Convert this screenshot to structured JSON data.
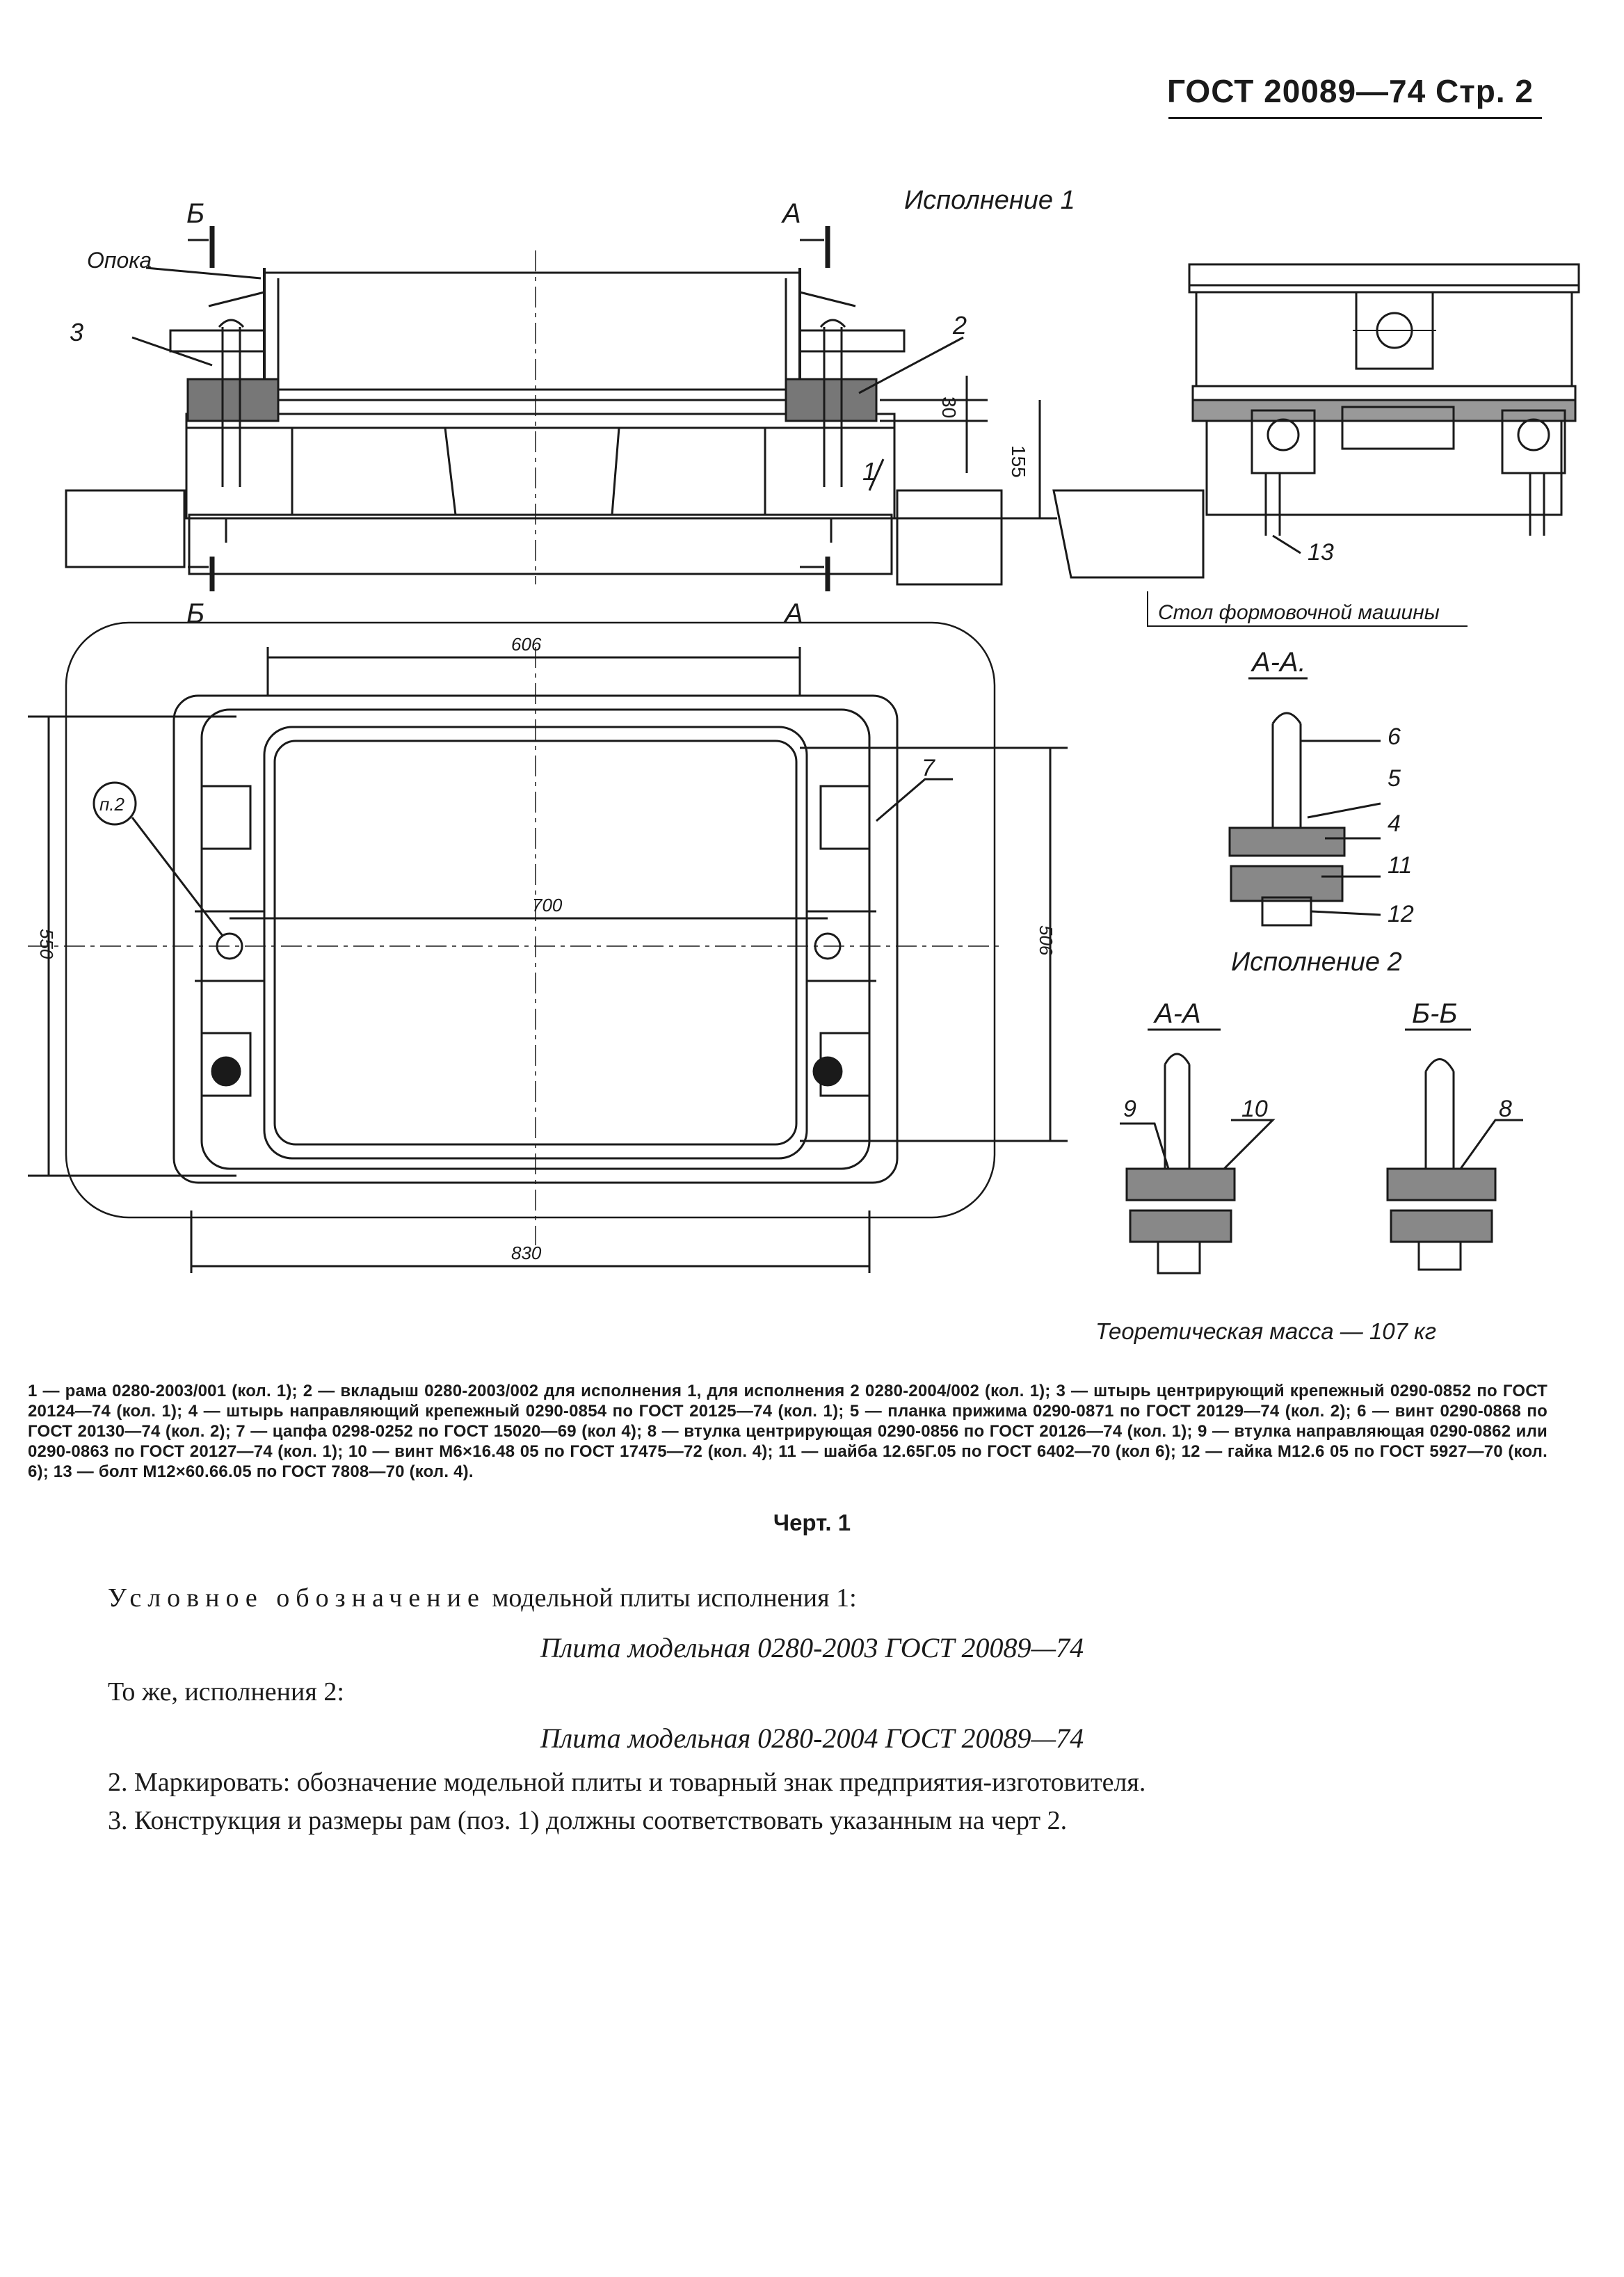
{
  "header": {
    "title": "ГОСТ 20089—74 Стр. 2"
  },
  "drawing": {
    "variant1": "Исполнение 1",
    "variant2": "Исполнение 2",
    "label_opoka": "Опока",
    "label_table": "Стол формовочной машины",
    "section_aa_dot": "А-А.",
    "section_aa": "А-А",
    "section_bb": "Б-Б",
    "cut_a": "А",
    "cut_b": "Б",
    "note_p2": "п.2",
    "dims": {
      "d30": "30",
      "d155": "155",
      "d606": "606",
      "d700": "700",
      "d550": "550",
      "d506": "506",
      "d830": "830"
    },
    "callouts": [
      "1",
      "2",
      "3",
      "4",
      "5",
      "6",
      "7",
      "8",
      "9",
      "10",
      "11",
      "12",
      "13"
    ]
  },
  "mass": "Теоретическая масса — 107 кг",
  "legend": "1 — рама 0280-2003/001 (кол. 1); 2 — вкладыш 0280-2003/002 для исполнения 1, для исполнения 2 0280-2004/002 (кол. 1); 3 — штырь центрирующий крепежный 0290-0852 по ГОСТ 20124—74 (кол. 1); 4 — штырь направляющий крепежный 0290-0854 по ГОСТ 20125—74 (кол. 1); 5 — планка прижима 0290-0871 по ГОСТ 20129—74 (кол. 2); 6 — винт 0290-0868 по ГОСТ 20130—74 (кол. 2); 7 — цапфа 0298-0252 по ГОСТ 15020—69 (кол 4); 8 — втулка центрирующая 0290-0856 по ГОСТ 20126—74 (кол. 1); 9 — втулка направляющая 0290-0862 или 0290-0863 по ГОСТ 20127—74 (кол. 1); 10 — винт М6×16.48 05 по ГОСТ 17475—72 (кол. 4); 11 — шайба 12.65Г.05 по ГОСТ 6402—70 (кол 6); 12 — гайка М12.6 05 по ГОСТ 5927—70 (кол. 6); 13 — болт М12×60.66.05 по ГОСТ 7808—70 (кол. 4).",
  "figure": "Черт. 1",
  "designation": {
    "intro_spaced": "Условное обозначение",
    "intro_rest": " модельной плиты исполнения 1:",
    "example1": "Плита модельная 0280-2003 ГОСТ 20089—74",
    "same_v2": "То же, исполнения 2:",
    "example2": "Плита модельная 0280-2004 ГОСТ 20089—74"
  },
  "items": [
    "2. Маркировать: обозначение модельной плиты и товарный знак предприятия-изготовителя.",
    "3. Конструкция и размеры рам (поз. 1) должны соответствовать указанным на черт 2."
  ]
}
